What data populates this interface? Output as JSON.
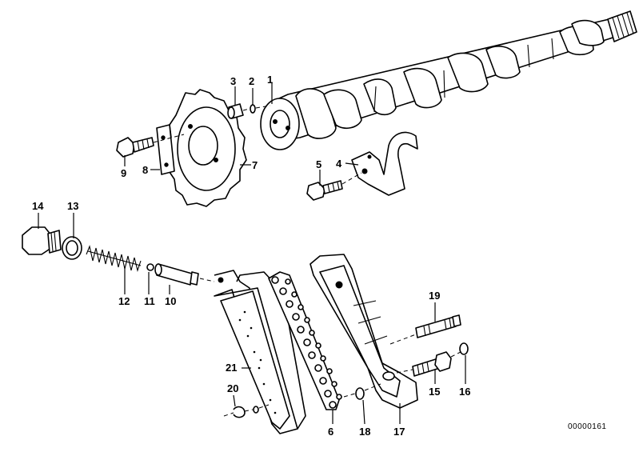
{
  "diagram": {
    "document_id": "00000161",
    "callouts": [
      "1",
      "2",
      "3",
      "4",
      "5",
      "6",
      "7",
      "8",
      "9",
      "10",
      "11",
      "12",
      "13",
      "14",
      "15",
      "16",
      "17",
      "18",
      "19",
      "20",
      "21"
    ]
  },
  "parts": {
    "camshaft": "camshaft",
    "sprocket": "sprocket",
    "bracket": "bracket",
    "chain": "timing-chain",
    "rail": "chain-guide-rail",
    "tensioner_rail": "tensioner-rail",
    "spring": "spring",
    "plug": "screw-plug"
  }
}
